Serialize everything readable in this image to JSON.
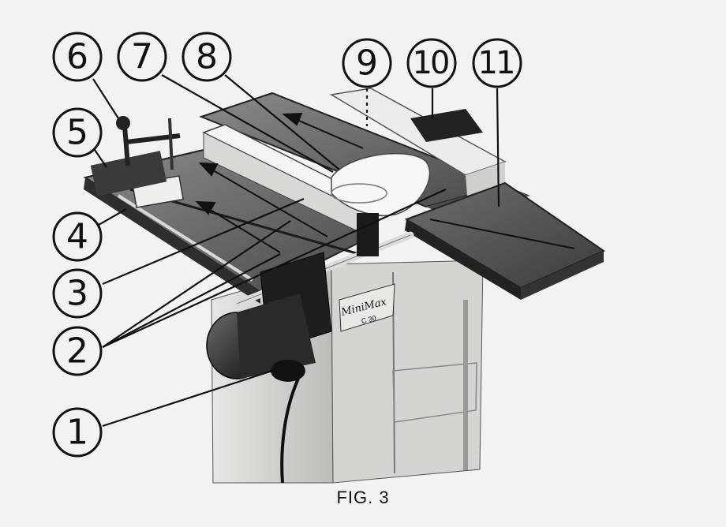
{
  "caption": "FIG. 3",
  "logo_text": "MiniMax",
  "model_text": "C 30",
  "callouts": [
    {
      "id": 1,
      "label": "1"
    },
    {
      "id": 2,
      "label": "2"
    },
    {
      "id": 3,
      "label": "3"
    },
    {
      "id": 4,
      "label": "4"
    },
    {
      "id": 5,
      "label": "5"
    },
    {
      "id": 6,
      "label": "6"
    },
    {
      "id": 7,
      "label": "7"
    },
    {
      "id": 8,
      "label": "8"
    },
    {
      "id": 9,
      "label": "9"
    },
    {
      "id": 10,
      "label": "10"
    },
    {
      "id": 11,
      "label": "11"
    }
  ]
}
